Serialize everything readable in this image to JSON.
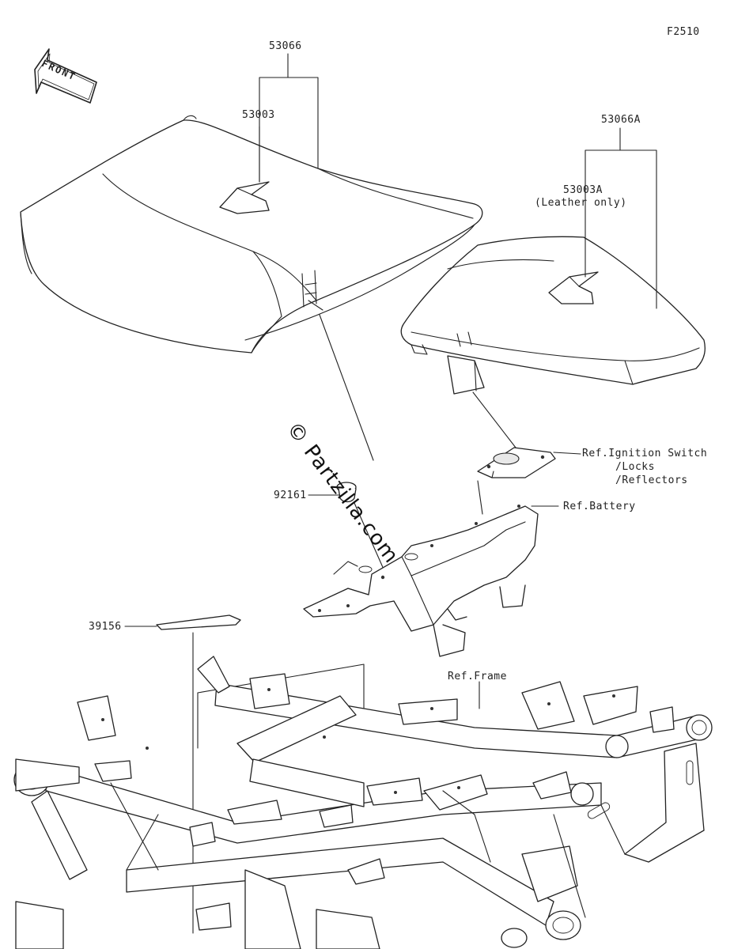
{
  "figure_code": "F2510",
  "front_arrow_label": "FRONT",
  "watermark": "© Partzilla.com",
  "callouts": [
    {
      "id": "53066",
      "text": "53066"
    },
    {
      "id": "53003",
      "text": "53003"
    },
    {
      "id": "53066A",
      "text": "53066A"
    },
    {
      "id": "53003A",
      "text": "53003A"
    },
    {
      "id": "53003A-note",
      "text": "(Leather only)"
    },
    {
      "id": "ref-ignition",
      "text": "Ref.Ignition Switch"
    },
    {
      "id": "ref-locks",
      "text": "/Locks"
    },
    {
      "id": "ref-reflectors",
      "text": "/Reflectors"
    },
    {
      "id": "92161",
      "text": "92161"
    },
    {
      "id": "ref-battery",
      "text": "Ref.Battery"
    },
    {
      "id": "39156",
      "text": "39156"
    },
    {
      "id": "ref-frame",
      "text": "Ref.Frame"
    }
  ]
}
